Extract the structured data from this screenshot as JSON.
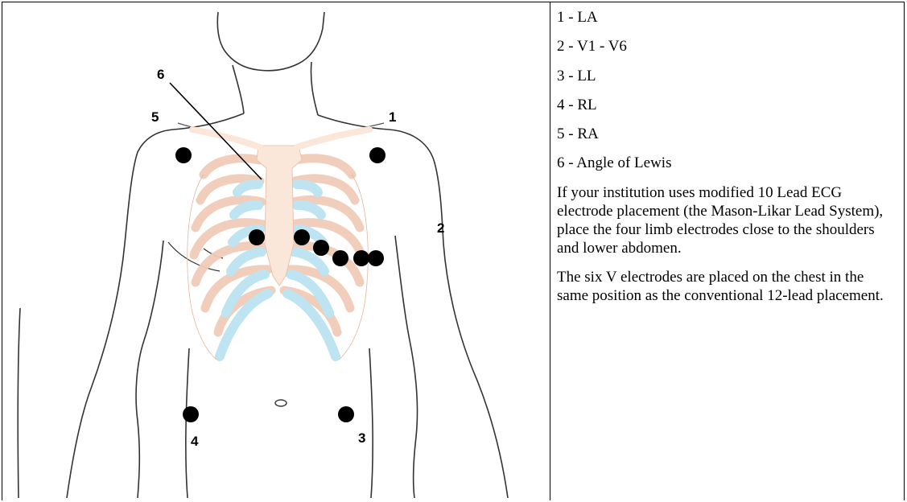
{
  "figure": {
    "callouts": {
      "c1": "1",
      "c2": "2",
      "c3": "3",
      "c4": "4",
      "c5": "5",
      "c6": "6"
    },
    "colors": {
      "outline": "#000000",
      "ribs": "#f7dccc",
      "cartilage": "#bfe4f1",
      "sternum": "#fbe6da",
      "electrode": "#000000"
    }
  },
  "legend": [
    "1 - LA",
    "2 - V1 - V6",
    "3 - LL",
    "4 - RL",
    "5 - RA",
    "6 - Angle of Lewis"
  ],
  "paragraphs": [
    "If your institution uses modified 10 Lead ECG electrode placement (the Mason-Likar Lead System), place the four limb electrodes close to the shoulders and lower abdomen.",
    "The six V electrodes are placed on the chest in the same position as the conventional 12-lead placement."
  ]
}
